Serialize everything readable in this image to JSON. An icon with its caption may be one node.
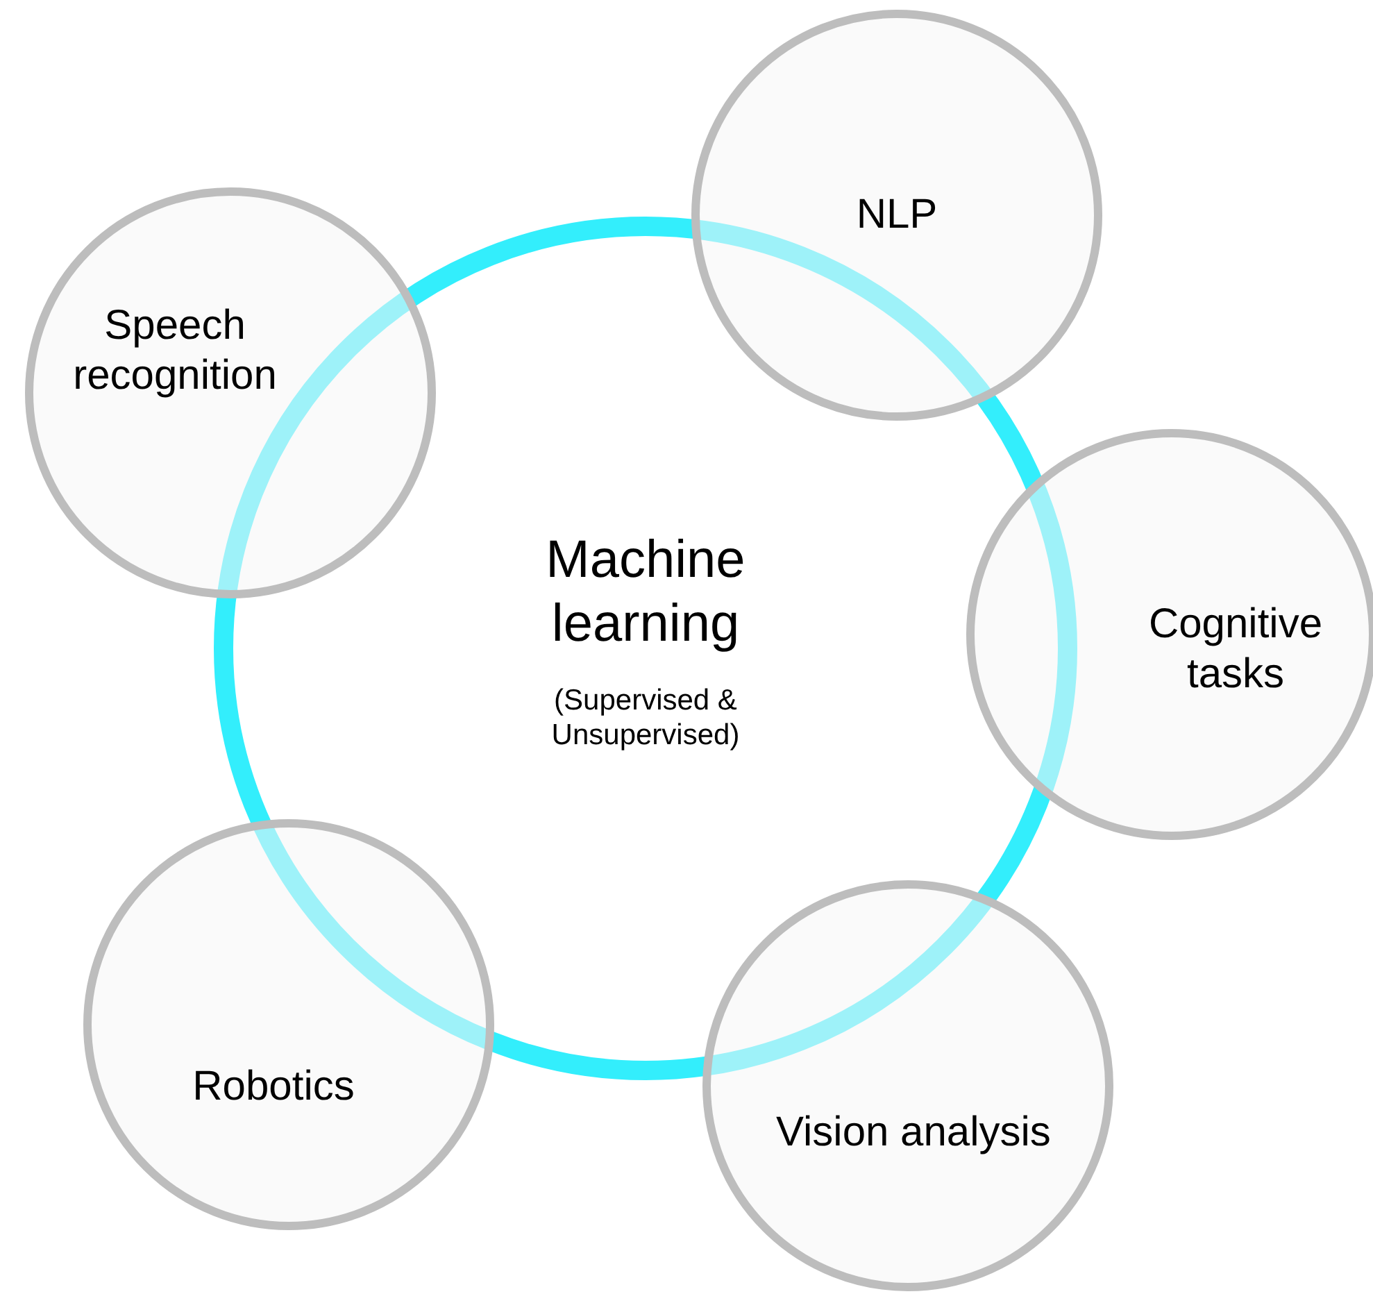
{
  "diagram": {
    "nodes": [
      {
        "text": [
          "Machine learning",
          "(Supervised & Unsupervised)"
        ]
      },
      {
        "text": [
          "NLP"
        ]
      },
      {
        "text": [
          "Speech recognition"
        ]
      },
      {
        "text": [
          "Cognitive tasks"
        ]
      },
      {
        "text": [
          "Robotics"
        ]
      },
      {
        "text": [
          "Vision analysis"
        ]
      }
    ]
  }
}
